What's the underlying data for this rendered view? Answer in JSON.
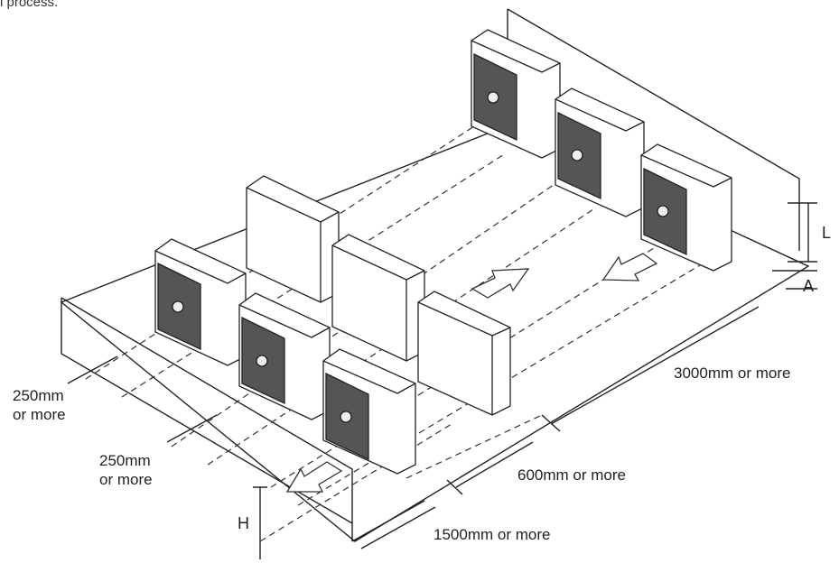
{
  "intro_fragment": "l process.",
  "labels": {
    "side_clear_1": "250mm\nor more",
    "side_clear_2": "250mm\nor more",
    "rear_depth": "3000mm or more",
    "row_gap": "600mm or more",
    "front_depth": "1500mm or more",
    "letter_L": "L",
    "letter_A": "A",
    "letter_H": "H"
  }
}
